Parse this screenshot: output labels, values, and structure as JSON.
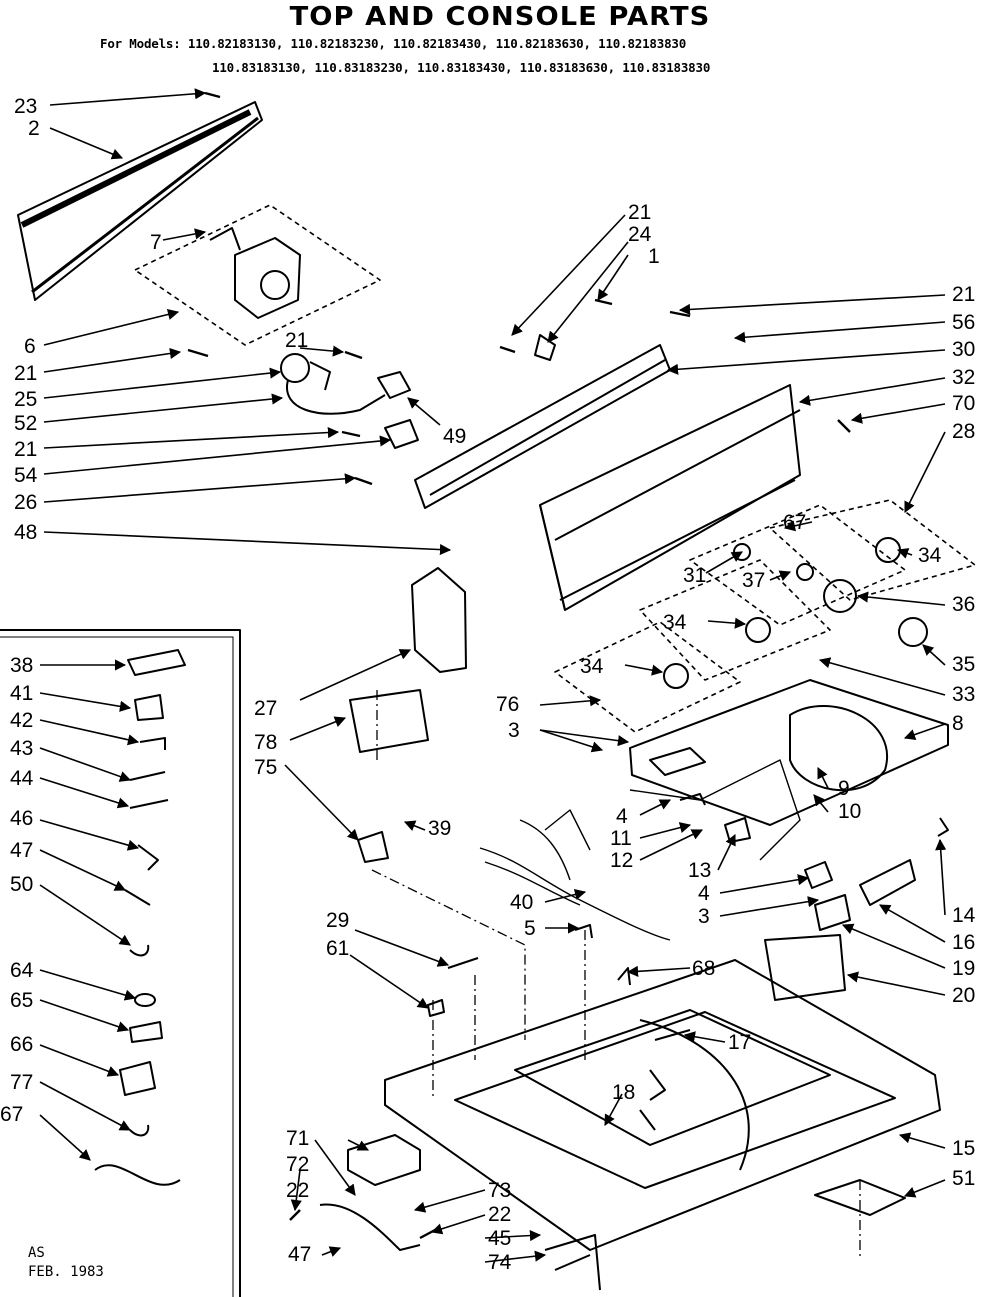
{
  "title": "TOP AND CONSOLE PARTS",
  "models": {
    "line1": "For Models: 110.82183130, 110.82183230, 110.82183430, 110.82183630, 110.82183830",
    "line2": "110.83183130, 110.83183230, 110.83183430, 110.83183630, 110.83183830"
  },
  "labels": {
    "l23": "23",
    "l2": "2",
    "l6": "6",
    "l7": "7",
    "l21a": "21",
    "l21b": "21",
    "l21c": "21",
    "l25": "25",
    "l52": "52",
    "l54": "54",
    "l26": "26",
    "l48": "48",
    "l49": "49",
    "l21d": "21",
    "l24": "24",
    "l1": "1",
    "l21e": "21",
    "l56": "56",
    "l30": "30",
    "l32": "32",
    "l70": "70",
    "l28": "28",
    "l67a": "67",
    "l34a": "34",
    "l31": "31",
    "l37": "37",
    "l36": "36",
    "l34b": "34",
    "l34c": "34",
    "l35": "35",
    "l33": "33",
    "l8": "8",
    "l76": "76",
    "l3a": "3",
    "l9": "9",
    "l10": "10",
    "l4a": "4",
    "l11": "11",
    "l12": "12",
    "l13": "13",
    "l4b": "4",
    "l3b": "3",
    "l14": "14",
    "l16": "16",
    "l19": "19",
    "l20": "20",
    "l27": "27",
    "l78": "78",
    "l75": "75",
    "l39": "39",
    "l40": "40",
    "l5": "5",
    "l68": "68",
    "l29": "29",
    "l61": "61",
    "l17": "17",
    "l18": "18",
    "l15": "15",
    "l51": "51",
    "l71": "71",
    "l72": "72",
    "l22a": "22",
    "l47a": "47",
    "l73": "73",
    "l22b": "22",
    "l45": "45",
    "l74": "74",
    "l38": "38",
    "l41": "41",
    "l42": "42",
    "l43": "43",
    "l44": "44",
    "l46": "46",
    "l47b": "47",
    "l50": "50",
    "l64": "64",
    "l65": "65",
    "l66": "66",
    "l77": "77",
    "l67b": "67"
  },
  "footer": {
    "line1": "AS",
    "line2": "FEB. 1983"
  }
}
